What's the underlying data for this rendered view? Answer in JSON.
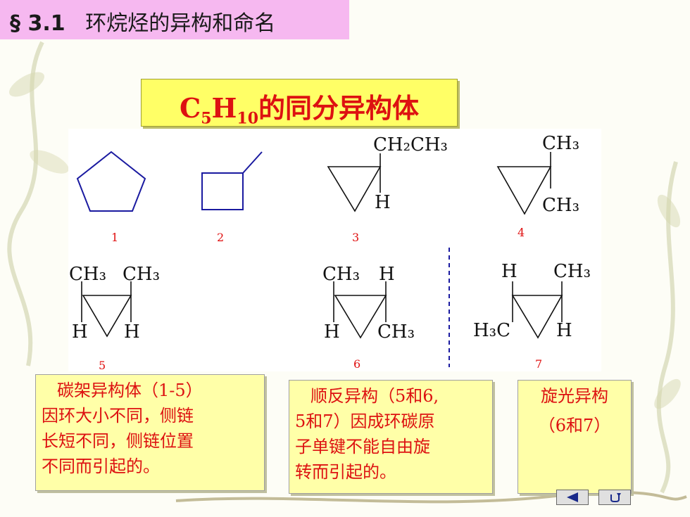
{
  "title": {
    "prefix": "§ 3.1",
    "text": "环烷烃的异构和命名"
  },
  "heading": {
    "c": "C",
    "c_sub": "5",
    "h": "H",
    "h_sub": "10",
    "rest": "的同分异构体"
  },
  "structures": {
    "s3_top": "CH₂CH₃",
    "s3_bottom": "H",
    "s4_top": "CH₃",
    "s4_bottom": "CH₃",
    "s5_left_top": "CH₃",
    "s5_right_top": "CH₃",
    "s5_left_bottom": "H",
    "s5_right_bottom": "H",
    "s6_left_top": "CH₃",
    "s6_right_top": "H",
    "s6_left_bottom": "H",
    "s6_right_bottom": "CH₃",
    "s7_left_top": "H",
    "s7_right_top": "CH₃",
    "s7_left_bottom": "H₃C",
    "s7_right_bottom": "H"
  },
  "numbers": [
    "1",
    "2",
    "3",
    "4",
    "5",
    "6",
    "7"
  ],
  "notes": {
    "carbon_skeleton": [
      "碳架异构体（1-5）",
      "因环大小不同，侧链",
      "长短不同，侧链位置",
      "不同而引起的。"
    ],
    "cis_trans": [
      "顺反异构（5和6,",
      "5和7）因成环碳原",
      "子单键不能自由旋",
      "转而引起的。"
    ],
    "optical": [
      "旋光异构",
      "（6和7）"
    ]
  },
  "nav": {
    "back": "back-triangle-icon",
    "return": "return-arrow-icon"
  },
  "colors": {
    "title_bg": "#f6b8f0",
    "heading_bg": "#ffff66",
    "note_bg": "#ffffa8",
    "accent_red": "#dd1111"
  }
}
